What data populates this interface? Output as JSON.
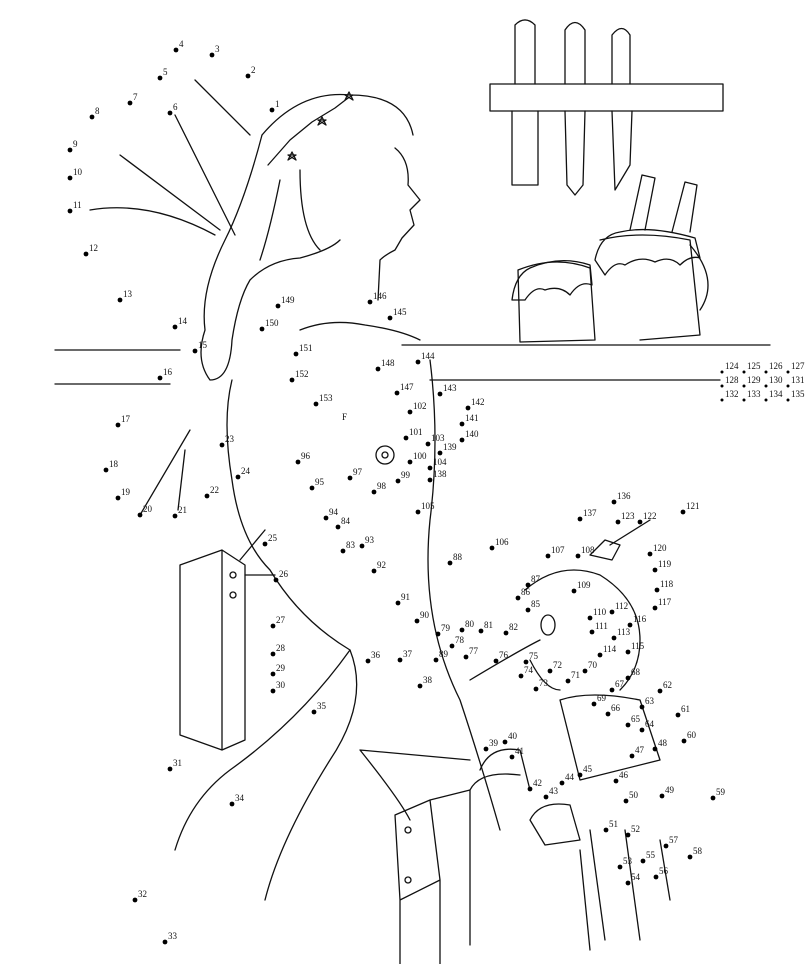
{
  "dot_labels": [
    "1",
    "2",
    "3",
    "4",
    "5",
    "6",
    "7",
    "8",
    "9",
    "10",
    "11",
    "12",
    "13",
    "14",
    "15",
    "16",
    "17",
    "18",
    "19",
    "20",
    "21",
    "22",
    "23",
    "24",
    "25",
    "26",
    "27",
    "28",
    "29",
    "30",
    "31",
    "32",
    "33",
    "34",
    "35",
    "36",
    "37",
    "38",
    "39",
    "40",
    "41",
    "42",
    "43",
    "44",
    "45",
    "46",
    "47",
    "48",
    "49",
    "50",
    "51",
    "52",
    "53",
    "54",
    "55",
    "56",
    "57",
    "58",
    "59",
    "60",
    "61",
    "62",
    "63",
    "64",
    "65",
    "66",
    "67",
    "68",
    "69",
    "70",
    "71",
    "72",
    "73",
    "74",
    "75",
    "76",
    "77",
    "78",
    "79",
    "80",
    "81",
    "82",
    "83",
    "84",
    "85",
    "86",
    "87",
    "88",
    "89",
    "90",
    "91",
    "92",
    "93",
    "94",
    "95",
    "96",
    "97",
    "98",
    "99",
    "100",
    "101",
    "102",
    "103",
    "104",
    "105",
    "106",
    "107",
    "108",
    "109",
    "110",
    "111",
    "112",
    "113",
    "114",
    "115",
    "116",
    "117",
    "118",
    "119",
    "120",
    "121",
    "122",
    "123",
    "124",
    "125",
    "126",
    "127",
    "128",
    "129",
    "130",
    "131",
    "132",
    "133",
    "134",
    "135",
    "136",
    "137",
    "138",
    "139",
    "140",
    "141",
    "142",
    "143",
    "144",
    "145",
    "146",
    "147",
    "148",
    "149",
    "150",
    "151",
    "152",
    "153"
  ],
  "extra_marks": {
    "f": "F"
  }
}
